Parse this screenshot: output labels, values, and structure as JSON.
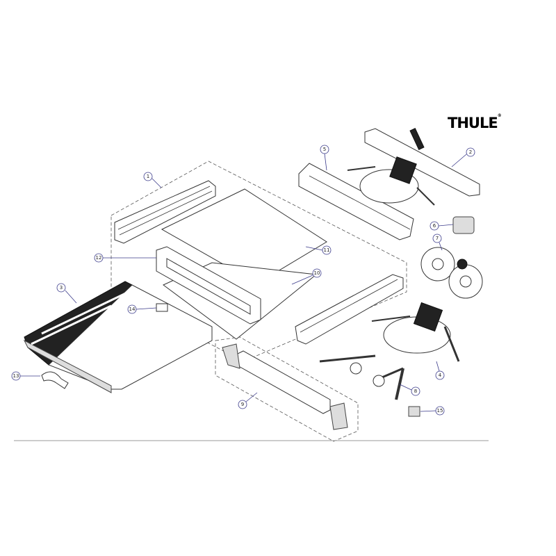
{
  "brand": {
    "logo_text": "THULE",
    "registered_mark": "®"
  },
  "callouts": [
    "1",
    "2",
    "3",
    "4",
    "5",
    "6",
    "7",
    "8",
    "9",
    "10",
    "11",
    "12",
    "13",
    "14",
    "15"
  ]
}
